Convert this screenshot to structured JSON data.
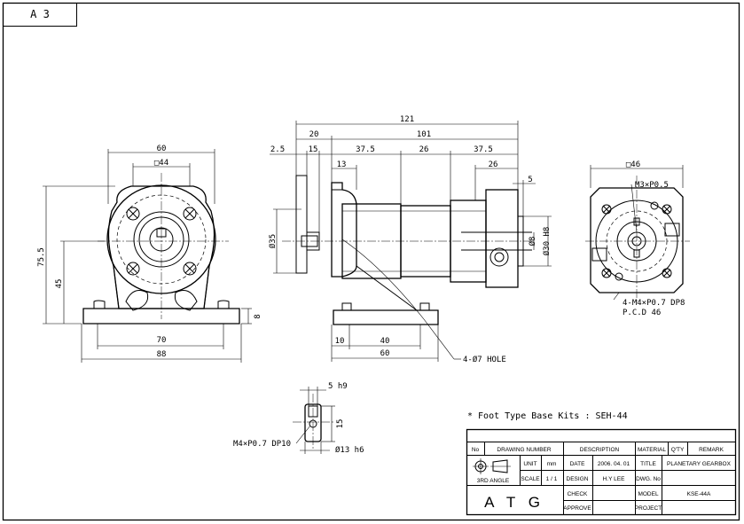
{
  "sheet": {
    "size_label": "A 3",
    "note": "* Foot Type Base Kits : SEH-44"
  },
  "front_view": {
    "width_top": "60",
    "square": "□44",
    "height_total": "75.5",
    "height_center": "45",
    "foot_thk": "8",
    "width_holes": "70",
    "width_base": "88"
  },
  "side_view": {
    "length_total": "121",
    "length_body": "101",
    "len_flange": "20",
    "len_2_5": "2.5",
    "len_15": "15",
    "len_37_5a": "37.5",
    "len_26": "26",
    "len_37_5b": "37.5",
    "len_13": "13",
    "len_26b": "26",
    "len_5": "5",
    "dia_35": "Ø35",
    "dia_8": "Ø8",
    "dia_30": "Ø30 H8",
    "base_10": "10",
    "base_40": "40",
    "base_60": "60",
    "hole_note": "4-Ø7 HOLE"
  },
  "rear_view": {
    "square": "□46",
    "tap_center": "M3×P0.5",
    "tap_holes": "4-M4×P0.7  DP8",
    "pcd": "P.C.D 46"
  },
  "shaft_detail": {
    "key": "5 h9",
    "height": "15",
    "tap": "M4×P0.7  DP10",
    "dia": "Ø13 h6"
  },
  "title_block": {
    "headers": {
      "no": "No",
      "drawing_number": "DRAWING NUMBER",
      "description": "DESCRIPTION",
      "material": "MATERIAL",
      "qty": "Q'TY",
      "remark": "REMARK"
    },
    "projection": "3RD ANGLE",
    "unit_label": "UNIT",
    "unit_value": "mm",
    "scale_label": "SCALE",
    "scale_value": "1 / 1",
    "date_label": "DATE",
    "date_value": "2006. 04. 01",
    "title_label": "TITLE",
    "title_value": "PLANETARY GEARBOX",
    "design_label": "DESIGN",
    "design_value": "H.Y LEE",
    "dwg_label": "DWG. No",
    "dwg_value": "",
    "check_label": "CHECK",
    "model_label": "MODEL",
    "model_value": "KSE-44A",
    "approve_label": "APPROVE",
    "project_label": "PROJECT",
    "project_value": "",
    "company": "A T G"
  }
}
